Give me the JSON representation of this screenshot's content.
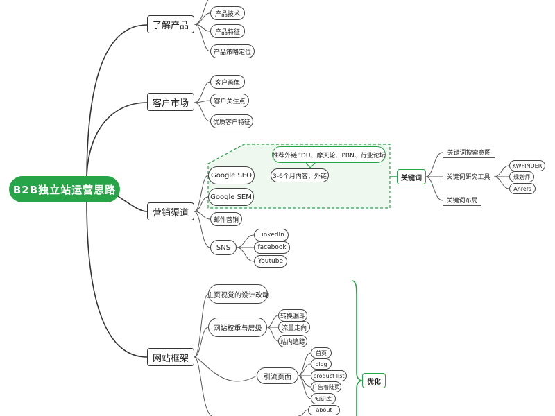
{
  "root": "B2B独立站运营思路",
  "branches": {
    "understand_product": {
      "label": "了解产品",
      "items": [
        "产品技术",
        "产品特征",
        "产品策略定位"
      ]
    },
    "customer_market": {
      "label": "客户市场",
      "items": [
        "客户画像",
        "客户关注点",
        "优质客户特征"
      ]
    },
    "marketing_channels": {
      "label": "营销渠道",
      "google_seo": "Google SEO",
      "google_sem": "Google SEM",
      "seo_callout": "推荐外链EDU、摩天轮、PBN、行业论坛",
      "seo_detail": "3-6个月内容、外链",
      "email": "邮件营销",
      "sns": "SNS",
      "sns_items": [
        "LinkedIn",
        "facebook",
        "Youtube"
      ],
      "keyword": {
        "label": "关键词",
        "items": [
          "关键词搜索意图",
          "关键词研究工具",
          "关键词布局"
        ],
        "tools": [
          "KWFINDER",
          "规划师",
          "Ahrefs"
        ]
      }
    },
    "site_framework": {
      "label": "网站框架",
      "homepage": "主页视觉的设计改动",
      "weight": "网站权重与层级",
      "weight_items": [
        "转换漏斗",
        "流量走向",
        "站内追踪"
      ],
      "traffic_pages": "引流页面",
      "traffic_items": [
        "首页",
        "blog",
        "product list",
        "广告着陆页",
        "知识库"
      ],
      "about": "about",
      "optimize": "优化"
    }
  },
  "colors": {
    "accent": "#27a348",
    "line": "#333333",
    "dashed_bg": "#eef8ef"
  }
}
